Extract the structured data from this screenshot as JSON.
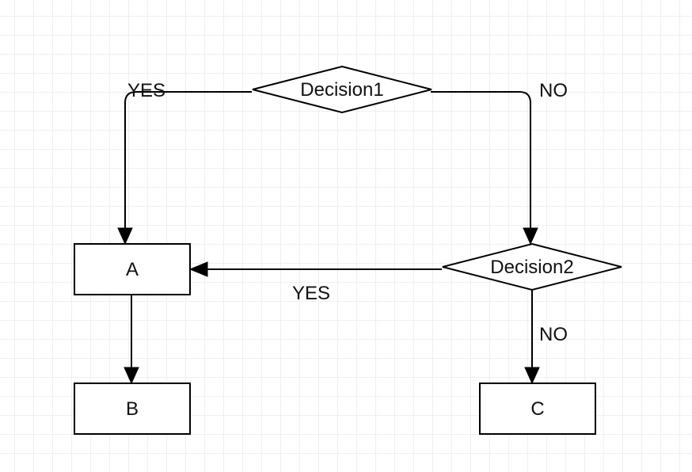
{
  "nodes": {
    "decision1": {
      "label": "Decision1",
      "shape": "diamond"
    },
    "decision2": {
      "label": "Decision2",
      "shape": "diamond"
    },
    "a": {
      "label": "A",
      "shape": "rectangle"
    },
    "b": {
      "label": "B",
      "shape": "rectangle"
    },
    "c": {
      "label": "C",
      "shape": "rectangle"
    }
  },
  "edges": {
    "d1_to_a": {
      "from": "decision1",
      "to": "a",
      "label": "YES"
    },
    "d1_to_d2": {
      "from": "decision1",
      "to": "decision2",
      "label": "NO"
    },
    "d2_to_a": {
      "from": "decision2",
      "to": "a",
      "label": "YES"
    },
    "d2_to_c": {
      "from": "decision2",
      "to": "c",
      "label": "NO"
    },
    "a_to_b": {
      "from": "a",
      "to": "b",
      "label": ""
    }
  },
  "colors": {
    "stroke": "#000000",
    "grid": "#efefef",
    "background": "#ffffff"
  }
}
